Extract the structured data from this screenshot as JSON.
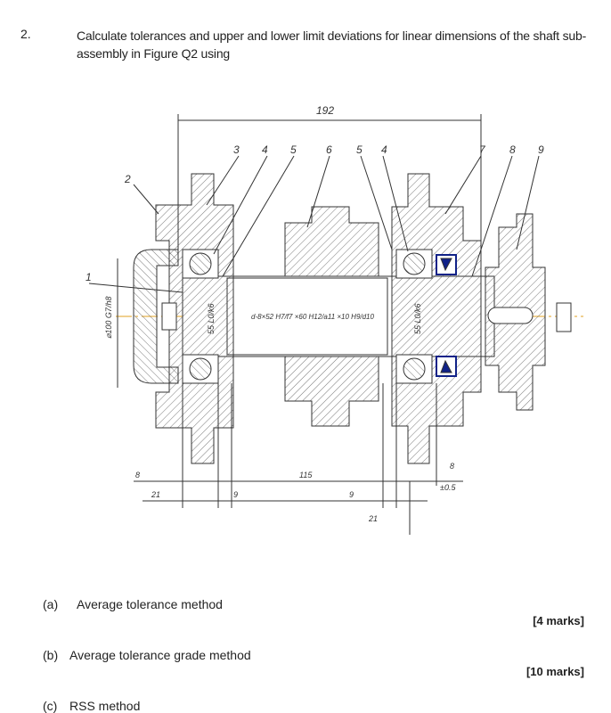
{
  "question": {
    "number": "2.",
    "text": "Calculate tolerances and upper and lower limit deviations for linear dimensions of the shaft sub-assembly in Figure Q2 using"
  },
  "figure": {
    "top_dimension": "192",
    "part_numbers": [
      "1",
      "2",
      "3",
      "4",
      "5",
      "6",
      "5",
      "4",
      "7",
      "8",
      "9"
    ],
    "fit_left": "⌀100 G7/h8",
    "bearing_fit_left": "55 L0/k6",
    "bearing_fit_right": "55 L0/k6",
    "spline_designation": "d-8×52 H7/f7 ×60 H12/a11 ×10 H9/d10",
    "bottom_dims": [
      "8",
      "21",
      "9",
      "115",
      "9",
      "21",
      "8",
      "±0.5"
    ]
  },
  "parts": [
    {
      "label": "(a)",
      "text": "Average tolerance method",
      "marks": "[4 marks]"
    },
    {
      "label": "(b)",
      "text": "Average tolerance grade method",
      "marks": "[10 marks]"
    },
    {
      "label": "(c)",
      "text": "RSS method",
      "marks": ""
    }
  ]
}
